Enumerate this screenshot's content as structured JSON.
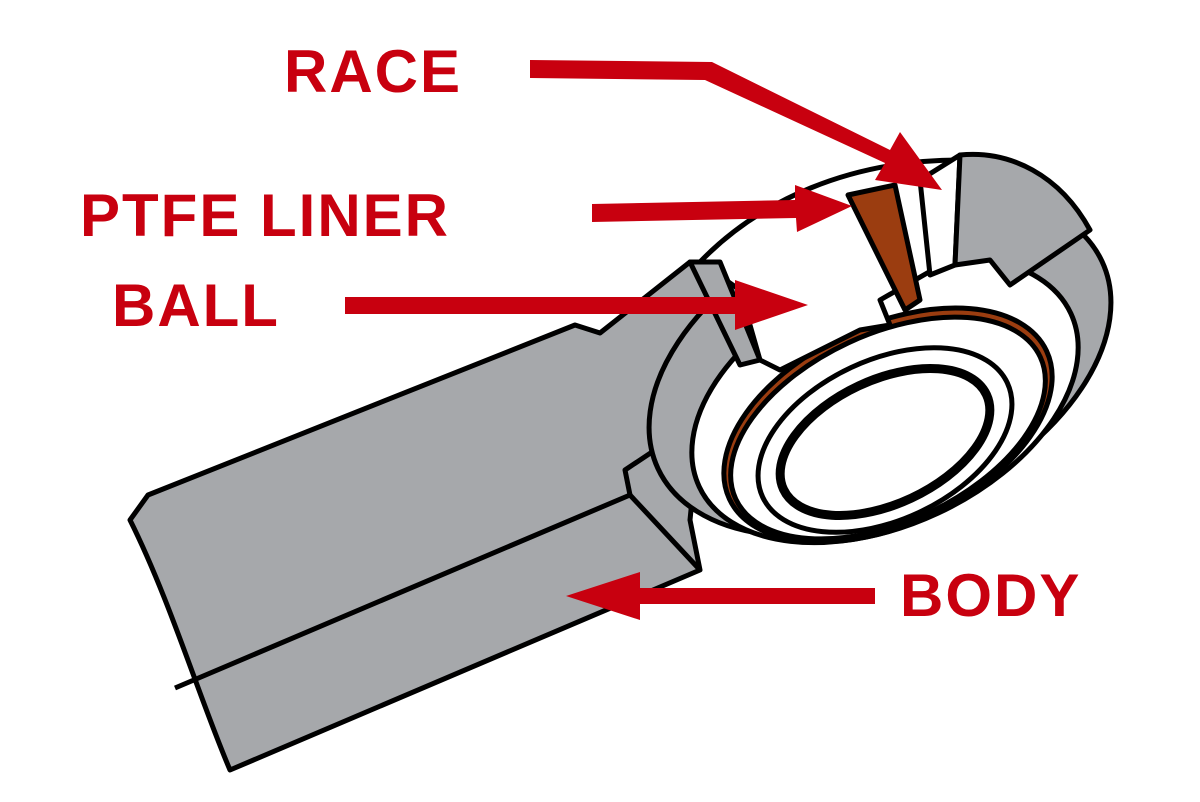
{
  "labels": {
    "race": "RACE",
    "ptfe_liner": "PTFE LINER",
    "ball": "BALL",
    "body": "BODY"
  },
  "colors": {
    "label_red": "#c8000f",
    "body_gray": "#a6a8ab",
    "liner_brown": "#9b3d10",
    "outline": "#000000"
  }
}
